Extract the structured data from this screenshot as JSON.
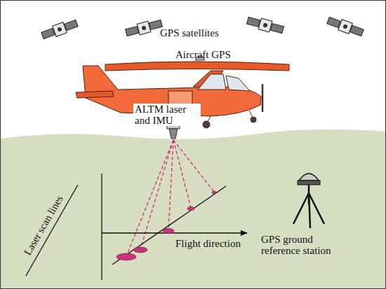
{
  "diagram": {
    "labels": [
      "GPS satellites",
      "Aircraft GPS",
      "ALTM laser and IMU",
      "Laser scan lines",
      "Flight direction",
      "GPS ground reference station"
    ]
  }
}
